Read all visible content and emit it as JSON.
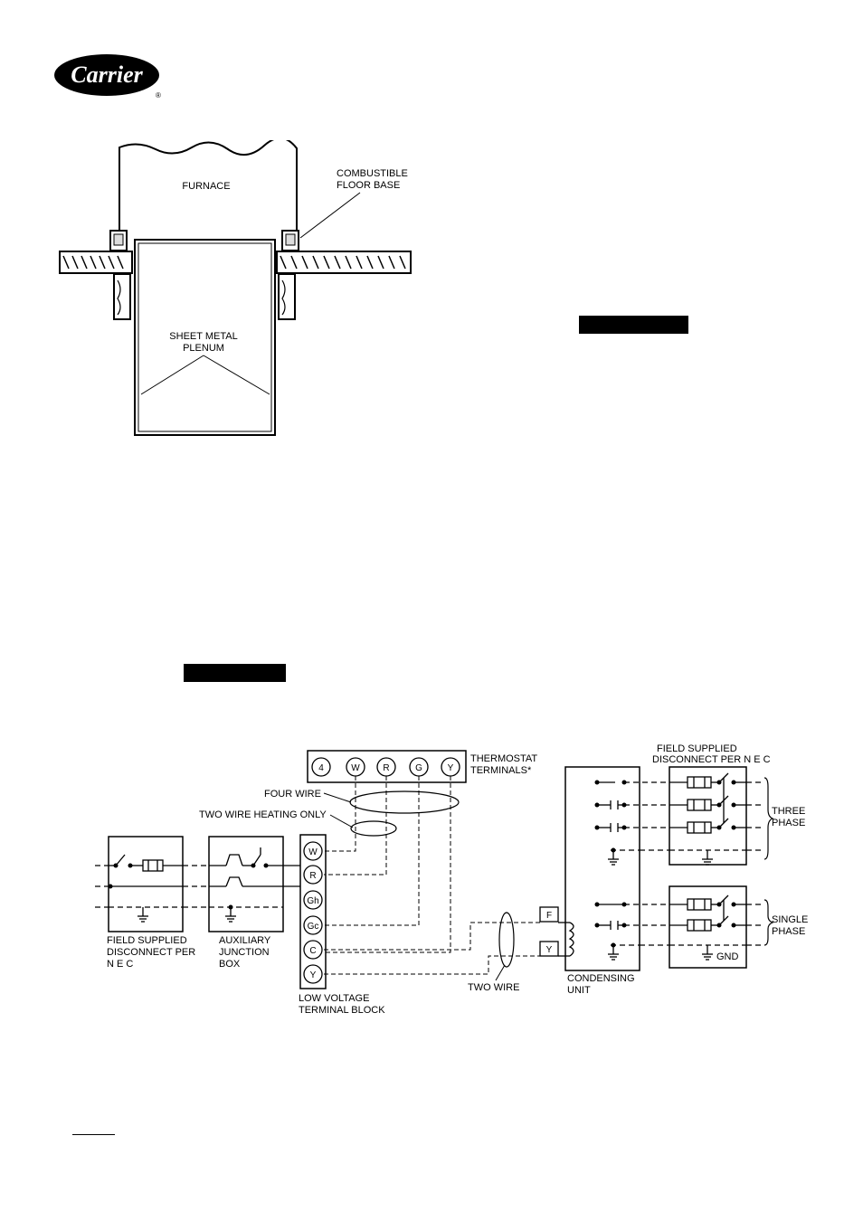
{
  "logo": {
    "text": "Carrier",
    "mark": "®"
  },
  "figure1": {
    "furnace_label": "FURNACE",
    "floor_base_label": [
      "COMBUSTIBLE",
      "FLOOR BASE"
    ],
    "plenum_label": [
      "SHEET METAL",
      "PLENUM"
    ]
  },
  "figure2": {
    "thermostat_terminals": [
      "4",
      "W",
      "R",
      "G",
      "Y"
    ],
    "thermostat_label": [
      "THERMOSTAT",
      "TERMINALS*"
    ],
    "four_wire_label": "FOUR WIRE",
    "two_wire_heating_label": "TWO WIRE HEATING ONLY",
    "low_voltage_terminals": [
      "W",
      "R",
      "Gh",
      "Gc",
      "C",
      "Y"
    ],
    "low_voltage_label": [
      "LOW VOLTAGE",
      "TERMINAL BLOCK"
    ],
    "field_disconnect_left_label": [
      "FIELD SUPPLIED",
      "DISCONNECT PER",
      "N E C"
    ],
    "aux_junction_label": [
      "AUXILIARY",
      "JUNCTION",
      "BOX"
    ],
    "two_wire_label": "TWO WIRE",
    "condensing_terminals": [
      "F",
      "Y"
    ],
    "condensing_label": [
      "CONDENSING",
      "UNIT"
    ],
    "field_disconnect_right_label": [
      "FIELD SUPPLIED",
      "DISCONNECT PER N E C"
    ],
    "three_phase_label": [
      "THREE",
      "PHASE"
    ],
    "single_phase_label": [
      "SINGLE",
      "PHASE"
    ],
    "gnd_label": "GND"
  }
}
